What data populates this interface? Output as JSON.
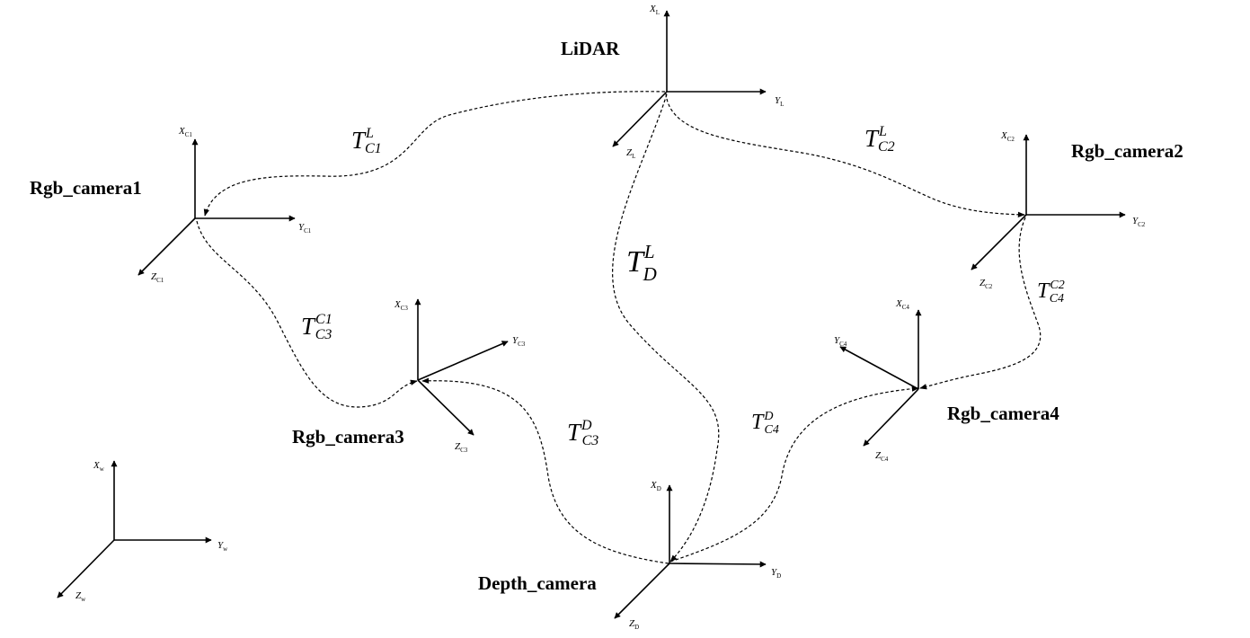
{
  "frames": {
    "lidar": {
      "name": "LiDAR",
      "x": "X",
      "x_sub": "L",
      "y": "Y",
      "y_sub": "L",
      "z": "Z",
      "z_sub": "L"
    },
    "cam1": {
      "name": "Rgb_camera1",
      "x": "X",
      "x_sub": "C1",
      "y": "Y",
      "y_sub": "C1",
      "z": "Z",
      "z_sub": "C1"
    },
    "cam2": {
      "name": "Rgb_camera2",
      "x": "X",
      "x_sub": "C2",
      "y": "Y",
      "y_sub": "C2",
      "z": "Z",
      "z_sub": "C2"
    },
    "cam3": {
      "name": "Rgb_camera3",
      "x": "X",
      "x_sub": "C3",
      "y": "Y",
      "y_sub": "C3",
      "z": "Z",
      "z_sub": "C3"
    },
    "cam4": {
      "name": "Rgb_camera4",
      "x": "X",
      "x_sub": "C4",
      "y": "Y",
      "y_sub": "C4",
      "z": "Z",
      "z_sub": "C4"
    },
    "depth": {
      "name": "Depth_camera",
      "x": "X",
      "x_sub": "D",
      "y": "Y",
      "y_sub": "D",
      "z": "Z",
      "z_sub": "D"
    },
    "world": {
      "name": "",
      "x": "X",
      "x_sub": "w",
      "y": "Y",
      "y_sub": "w",
      "z": "Z",
      "z_sub": "w"
    }
  },
  "transforms": {
    "L_C1": {
      "base": "T",
      "sup": "L",
      "sub": "C1"
    },
    "L_C2": {
      "base": "T",
      "sup": "L",
      "sub": "C2"
    },
    "L_D": {
      "base": "T",
      "sup": "L",
      "sub": "D"
    },
    "C1_C3": {
      "base": "T",
      "sup": "C1",
      "sub": "C3"
    },
    "C2_C4": {
      "base": "T",
      "sup": "C2",
      "sub": "C4"
    },
    "D_C3": {
      "base": "T",
      "sup": "D",
      "sub": "C3"
    },
    "D_C4": {
      "base": "T",
      "sup": "D",
      "sub": "C4"
    }
  }
}
